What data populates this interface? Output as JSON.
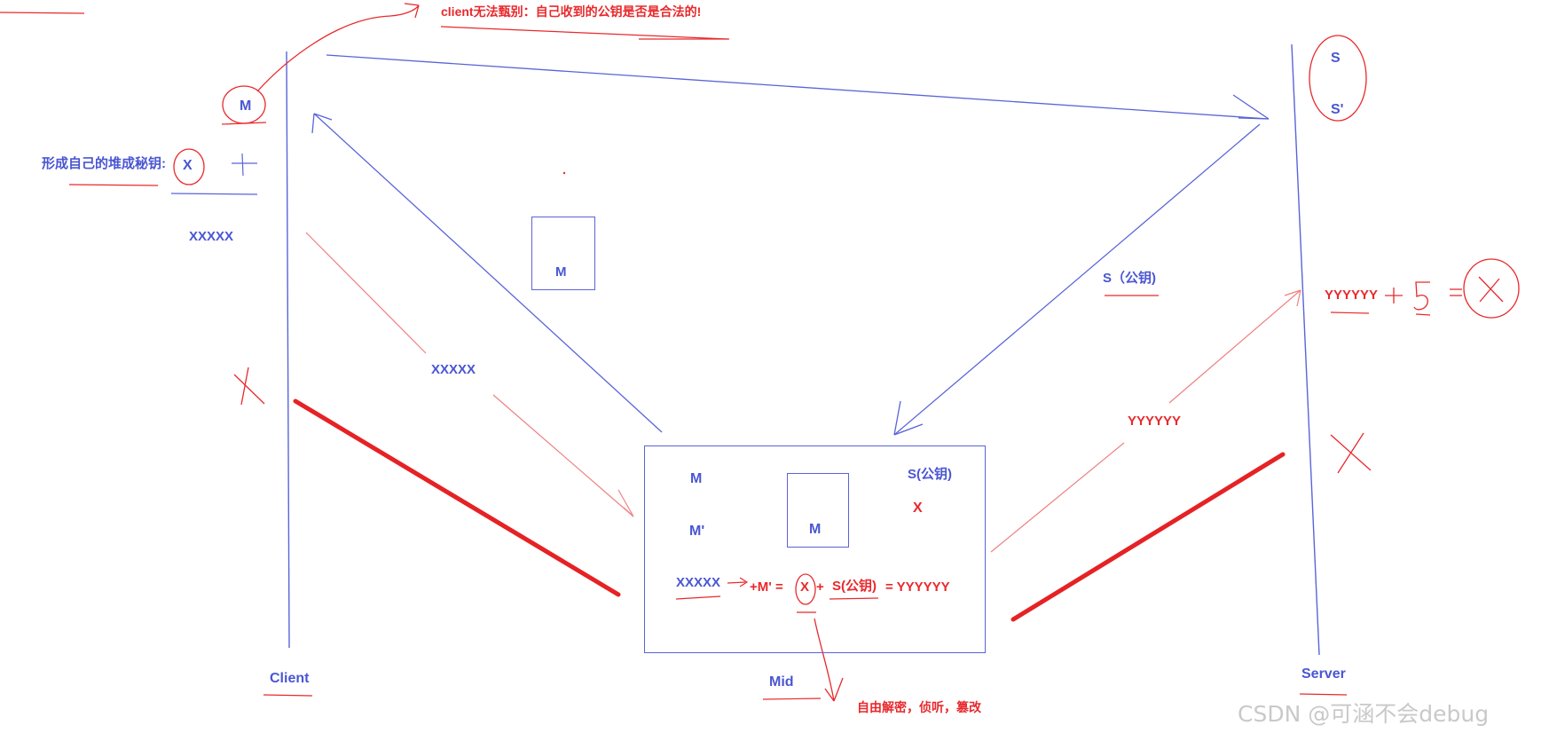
{
  "labels": {
    "client": "Client",
    "mid": "Mid",
    "server": "Server",
    "client_cannot_verify": "client无法甄别：自己收到的公钥是否是合法的!",
    "form_own_key": "形成自己的堆成秘钥:",
    "x_client": "X",
    "xxxxx_client": "XXXXX",
    "m_client": "M",
    "m_floating_box": "M",
    "xxxxx_arrow": "XXXXX",
    "s_server": "S",
    "s_prime_server": "S'",
    "s_pubkey_arrow": "S（公钥)",
    "yyyyyy_server": "YYYYYY",
    "yyyyyy_arrow": "YYYYYY",
    "mid_m": "M",
    "mid_m_prime": "M'",
    "mid_box_m": "M",
    "mid_s_pubkey": "S(公钥)",
    "mid_x": "X",
    "eq_xxxxx": "XXXXX",
    "eq_plus_m_prime": "+M' =",
    "eq_x": "X",
    "eq_plus": "+",
    "eq_s_pubkey": "S(公钥)",
    "eq_result": "= YYYYYY",
    "mid_capabilities": "自由解密，侦听，篡改",
    "watermark": "CSDN @可涵不会debug"
  },
  "colors": {
    "blue": "#4a56d2",
    "red": "#e8292c",
    "line_blue": "#5a64d8",
    "line_red": "#f08080",
    "thick_red": "#e52224",
    "watermark": "#c9c9c9"
  }
}
